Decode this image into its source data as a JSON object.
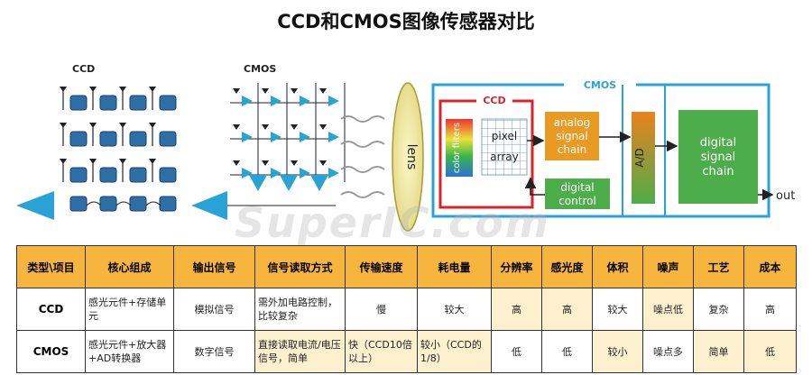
{
  "title": "CCD和CMOS图像传感器对比",
  "diagram": {
    "ccd_label": "CCD",
    "cmos_label": "CMOS",
    "lens_label": "lens",
    "cmos_box_label": "CMOS",
    "ccd_box_label": "CCD",
    "color_filters": "color filters",
    "pixel_line1": "pixel",
    "pixel_line2": "array",
    "analog_line1": "analog",
    "analog_line2": "signal",
    "analog_line3": "chain",
    "ad_label": "A/D",
    "digital_ctrl_line1": "digital",
    "digital_ctrl_line2": "control",
    "digital_sig_line1": "digital",
    "digital_sig_line2": "signal",
    "digital_sig_line3": "chain",
    "out_label": "out",
    "colors": {
      "cyan": "#29a3d6",
      "red": "#d6242a",
      "orange": "#e89a25",
      "green": "#4dad4a"
    }
  },
  "watermark": "SuperIC.com",
  "table": {
    "headers": [
      "类型\\项目",
      "核心组成",
      "输出信号",
      "信号读取方式",
      "传输速度",
      "耗电量",
      "分辨率",
      "感光度",
      "体积",
      "噪声",
      "工艺",
      "成本"
    ],
    "rows": [
      [
        "CCD",
        "感光元件+存储单元",
        "模拟信号",
        "需外加电路控制，比较复杂",
        "慢",
        "较大",
        "高",
        "高",
        "较大",
        "噪点低",
        "复杂",
        "高"
      ],
      [
        "CMOS",
        "感光元件+放大器+AD转换器",
        "数字信号",
        "直接读取电流/电压信号，简单",
        "快（CCD10倍以上）",
        "较小（CCD的1/8）",
        "低",
        "低",
        "较小",
        "噪点多",
        "简单",
        "低"
      ]
    ]
  }
}
